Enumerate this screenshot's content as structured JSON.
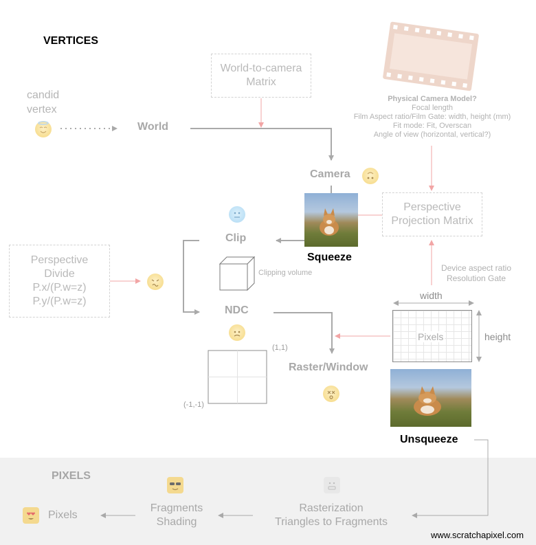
{
  "title": "VERTICES",
  "candid_vertex": [
    "candid",
    "vertex"
  ],
  "world": "World",
  "camera": "Camera",
  "world_to_camera": [
    "World-to-camera",
    "Matrix"
  ],
  "camera_model": {
    "title": "Physical Camera Model?",
    "lines": [
      "Focal length",
      "Film Aspect ratio/Film Gate: width, height (mm)",
      "Fit mode: Fit, Overscan",
      "Angle of view (horizontal, vertical?)"
    ]
  },
  "projection_matrix": [
    "Perspective",
    "Projection Matrix"
  ],
  "squeeze": "Squeeze",
  "clip": "Clip",
  "clipping_volume": "Clipping volume",
  "perspective_divide": [
    "Perspective",
    "Divide",
    "P.x/(P.w=z)",
    "P.y/(P.w=z)"
  ],
  "ndc": "NDC",
  "ndc_top_right": "(1,1)",
  "ndc_bottom_left": "(-1,-1)",
  "device_aspect": [
    "Device aspect ratio",
    "Resolution Gate"
  ],
  "raster_width": "width",
  "raster_height": "height",
  "raster_pixels": "Pixels",
  "raster_window": "Raster/Window",
  "unsqueeze": "Unsqueeze",
  "pixels_title": "PIXELS",
  "pixels": "Pixels",
  "fragments_shading": [
    "Fragments",
    "Shading"
  ],
  "rasterization": [
    "Rasterization",
    "Triangles to Fragments"
  ],
  "website": "www.scratchapixel.com",
  "colors": {
    "arrow_gray": "#a9a9a9",
    "arrow_pink": "#f2a5a5",
    "band": "#f1f1f1",
    "text_gray": "#b8b8b8"
  },
  "icons": [
    "halo-face-icon",
    "upside-down-face-icon",
    "cold-face-icon",
    "nauseated-face-icon",
    "worried-face-icon",
    "dizzy-face-icon",
    "sunglasses-face-icon",
    "grimacing-face-icon",
    "heart-eyes-face-icon",
    "film-strip-icon",
    "dog-photo",
    "cube-icon"
  ]
}
